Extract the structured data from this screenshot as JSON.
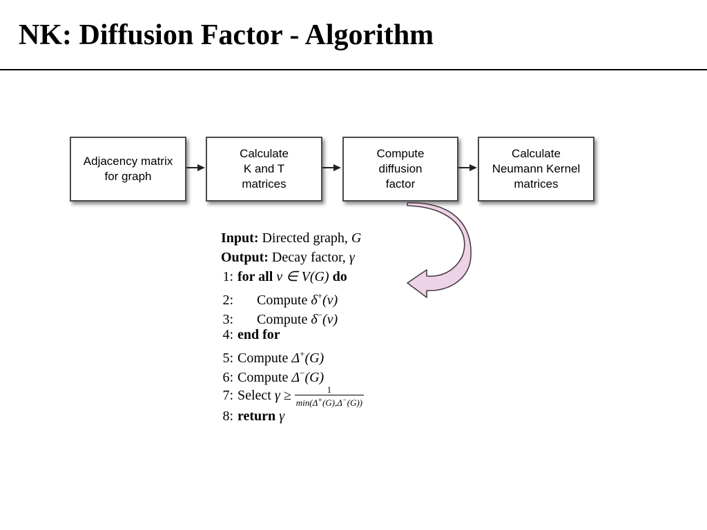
{
  "slide": {
    "title": "NK: Diffusion Factor - Algorithm"
  },
  "flow": {
    "boxes": [
      "Adjacency matrix\nfor graph",
      "Calculate\nK and T\nmatrices",
      "Compute\ndiffusion\nfactor",
      "Calculate\nNeumann Kernel\nmatrices"
    ]
  },
  "algorithm": {
    "input_label": "Input:",
    "input_text": "Directed graph,",
    "input_var": "G",
    "output_label": "Output:",
    "output_text": "Decay factor,",
    "output_var": "γ",
    "line1": {
      "num": "1:",
      "kw": "for all",
      "expr": "v ∈ V(G)",
      "kw2": "do"
    },
    "line2": {
      "num": "2:",
      "text": "Compute",
      "expr": "δ",
      "sup": "+",
      "arg": "(v)"
    },
    "line3": {
      "num": "3:",
      "text": "Compute",
      "expr": "δ",
      "sup": "−",
      "arg": "(v)"
    },
    "line4": {
      "num": "4:",
      "kw": "end for"
    },
    "line5": {
      "num": "5:",
      "text": "Compute",
      "expr": "Δ",
      "sup": "+",
      "arg": "(G)"
    },
    "line6": {
      "num": "6:",
      "text": "Compute",
      "expr": "Δ",
      "sup": "−",
      "arg": "(G)"
    },
    "line7": {
      "num": "7:",
      "text": "Select",
      "expr": "γ ≥",
      "frac_num": "1",
      "den_a": "min(Δ",
      "den_b": "+",
      "den_c": "(G),Δ",
      "den_d": "−",
      "den_e": "(G))"
    },
    "line8": {
      "num": "8:",
      "kw": "return",
      "var": "γ"
    }
  }
}
